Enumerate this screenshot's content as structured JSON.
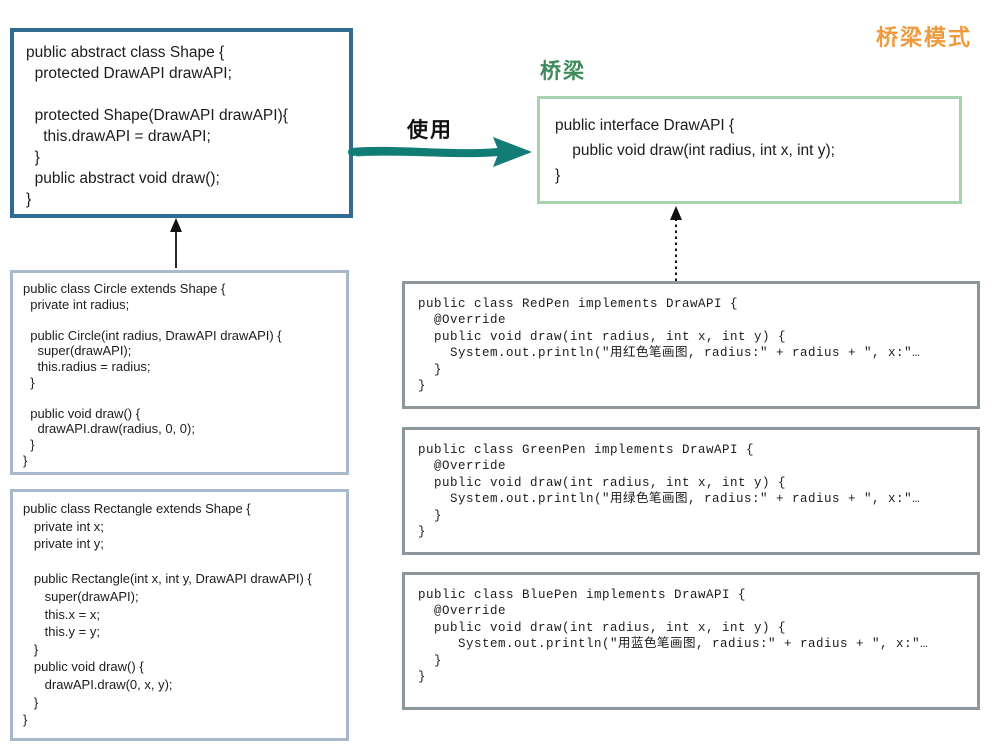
{
  "title": "桥梁模式",
  "labels": {
    "use": "使用",
    "bridge": "桥梁"
  },
  "boxes": {
    "shape": {
      "name": "Shape",
      "code": "public abstract class Shape {\n  protected DrawAPI drawAPI;\n\n  protected Shape(DrawAPI drawAPI){\n    this.drawAPI = drawAPI;\n  }\n  public abstract void draw();\n}"
    },
    "drawapi": {
      "name": "DrawAPI",
      "code": "public interface DrawAPI {\n    public void draw(int radius, int x, int y);\n}"
    },
    "circle": {
      "name": "Circle",
      "code": "public class Circle extends Shape {\n  private int radius;\n\n  public Circle(int radius, DrawAPI drawAPI) {\n    super(drawAPI);\n    this.radius = radius;\n  }\n\n  public void draw() {\n    drawAPI.draw(radius, 0, 0);\n  }\n}"
    },
    "rectangle": {
      "name": "Rectangle",
      "code": "public class Rectangle extends Shape {\n   private int x;\n   private int y;\n\n   public Rectangle(int x, int y, DrawAPI drawAPI) {\n      super(drawAPI);\n      this.x = x;\n      this.y = y;\n   }\n   public void draw() {\n      drawAPI.draw(0, x, y);\n   }\n}"
    },
    "redpen": {
      "name": "RedPen",
      "code": "public class RedPen implements DrawAPI {\n  @Override\n  public void draw(int radius, int x, int y) {\n    System.out.println(\"用红色笔画图, radius:\" + radius + \", x:\"…\n  }\n}"
    },
    "greenpen": {
      "name": "GreenPen",
      "code": "public class GreenPen implements DrawAPI {\n  @Override\n  public void draw(int radius, int x, int y) {\n    System.out.println(\"用绿色笔画图, radius:\" + radius + \", x:\"…\n  }\n}"
    },
    "bluepen": {
      "name": "BluePen",
      "code": "public class BluePen implements DrawAPI {\n  @Override\n  public void draw(int radius, int x, int y) {\n     System.out.println(\"用蓝色笔画图, radius:\" + radius + \", x:\"…\n  }\n}"
    }
  },
  "colors": {
    "title_orange": "#f09a3e",
    "bridge_green": "#3e8a5a",
    "uses_arrow_teal": "#117d76",
    "shape_border": "#2f6c8f",
    "subclass_border": "#a7b9cb",
    "interface_border": "#a8d1ae",
    "pen_border": "#8d979b"
  }
}
